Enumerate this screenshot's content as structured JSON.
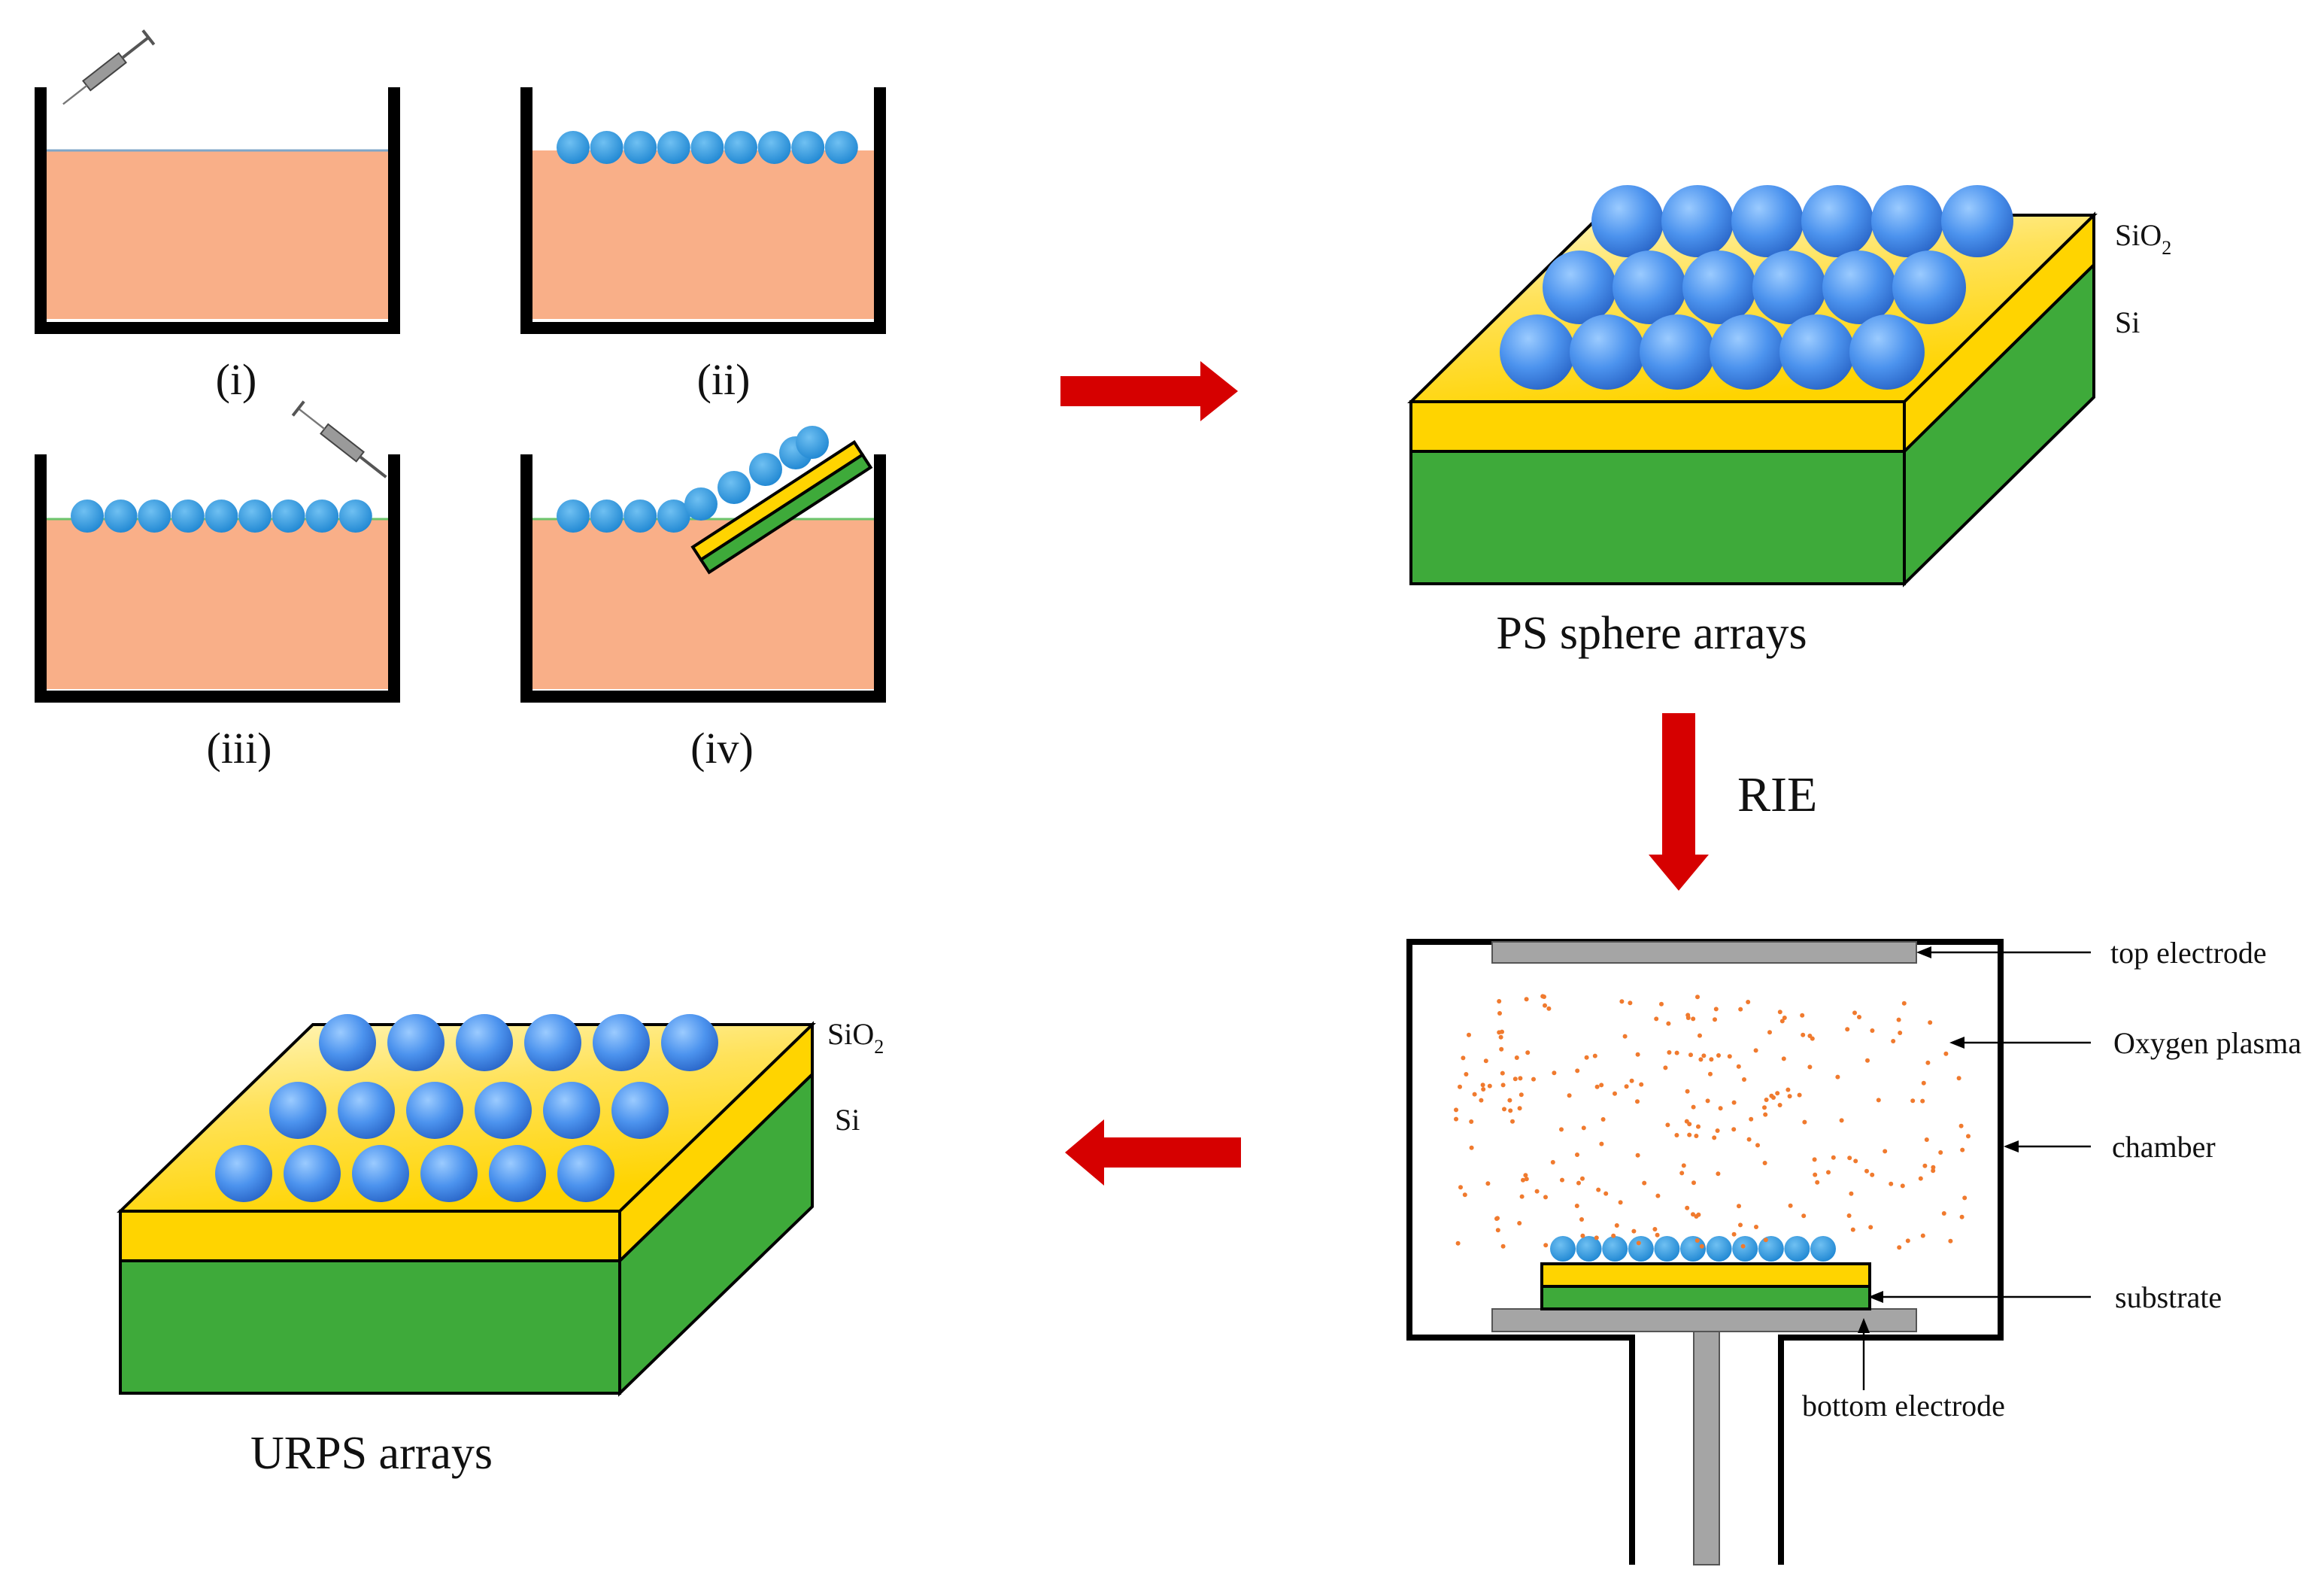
{
  "steps": {
    "i": "(i)",
    "ii": "(ii)",
    "iii": "(iii)",
    "iv": "(iv)"
  },
  "ps_block": {
    "caption": "PS sphere arrays",
    "layer_top_main": "SiO",
    "layer_top_sub": "2",
    "layer_bottom": "Si"
  },
  "urps_block": {
    "caption": "URPS arrays",
    "layer_top_main": "SiO",
    "layer_top_sub": "2",
    "layer_bottom": "Si"
  },
  "rie": {
    "arrow_label": "RIE",
    "labels": {
      "top_electrode": "top electrode",
      "oxygen_plasma": "Oxygen plasma",
      "chamber": "chamber",
      "substrate": "substrate",
      "bottom_electrode": "bottom electrode"
    }
  },
  "colors": {
    "liquid": "#F9AF88",
    "sphere": "#2F8FE0",
    "sphere_highlight": "#A9D2FF",
    "sio2": "#FFD400",
    "si": "#3EAA3A",
    "arrow": "#D60000",
    "electrode": "#A5A5A5",
    "plasma_dot": "#F07A2E"
  }
}
